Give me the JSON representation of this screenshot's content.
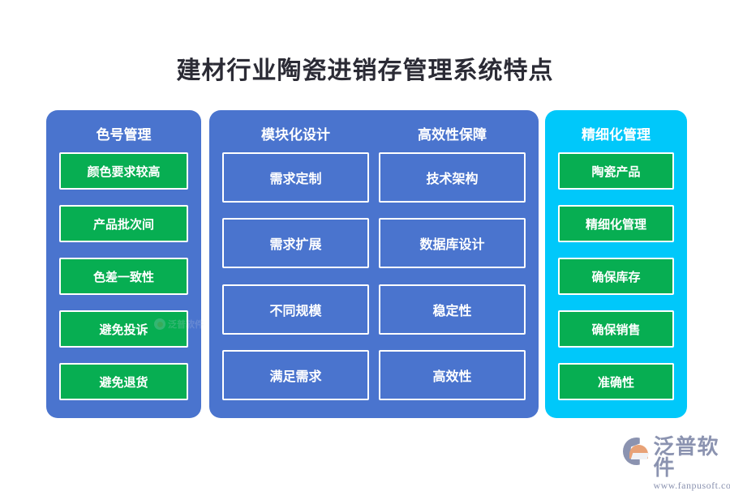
{
  "page": {
    "title": "建材行业陶瓷进销存管理系统特点",
    "background_color": "#ffffff"
  },
  "colors": {
    "blue_panel": "#4a74ce",
    "cyan_panel": "#00c8fa",
    "green_item": "#07ae52",
    "title_text": "#2b2b35",
    "item_text": "#ffffff",
    "logo": "#8b93b0",
    "logo_accent": "#e8a277"
  },
  "columns": {
    "left": {
      "header": "色号管理",
      "items": [
        {
          "label": "颜色要求较高"
        },
        {
          "label": "产品批次间"
        },
        {
          "label": "色差一致性"
        },
        {
          "label": "避免投诉"
        },
        {
          "label": "避免退货"
        }
      ]
    },
    "middle_a": {
      "header": "模块化设计",
      "items": [
        {
          "label": "需求定制"
        },
        {
          "label": "需求扩展"
        },
        {
          "label": "不同规模"
        },
        {
          "label": "满足需求"
        }
      ]
    },
    "middle_b": {
      "header": "高效性保障",
      "items": [
        {
          "label": "技术架构"
        },
        {
          "label": "数据库设计"
        },
        {
          "label": "稳定性"
        },
        {
          "label": "高效性"
        }
      ]
    },
    "right": {
      "header": "精细化管理",
      "items": [
        {
          "label": "陶瓷产品"
        },
        {
          "label": "精细化管理"
        },
        {
          "label": "确保库存"
        },
        {
          "label": "确保销售"
        },
        {
          "label": "准确性"
        }
      ]
    }
  },
  "watermark": {
    "text": "泛普软件"
  },
  "logo": {
    "name": "泛普软件",
    "url": "www.fanpusoft.com"
  }
}
